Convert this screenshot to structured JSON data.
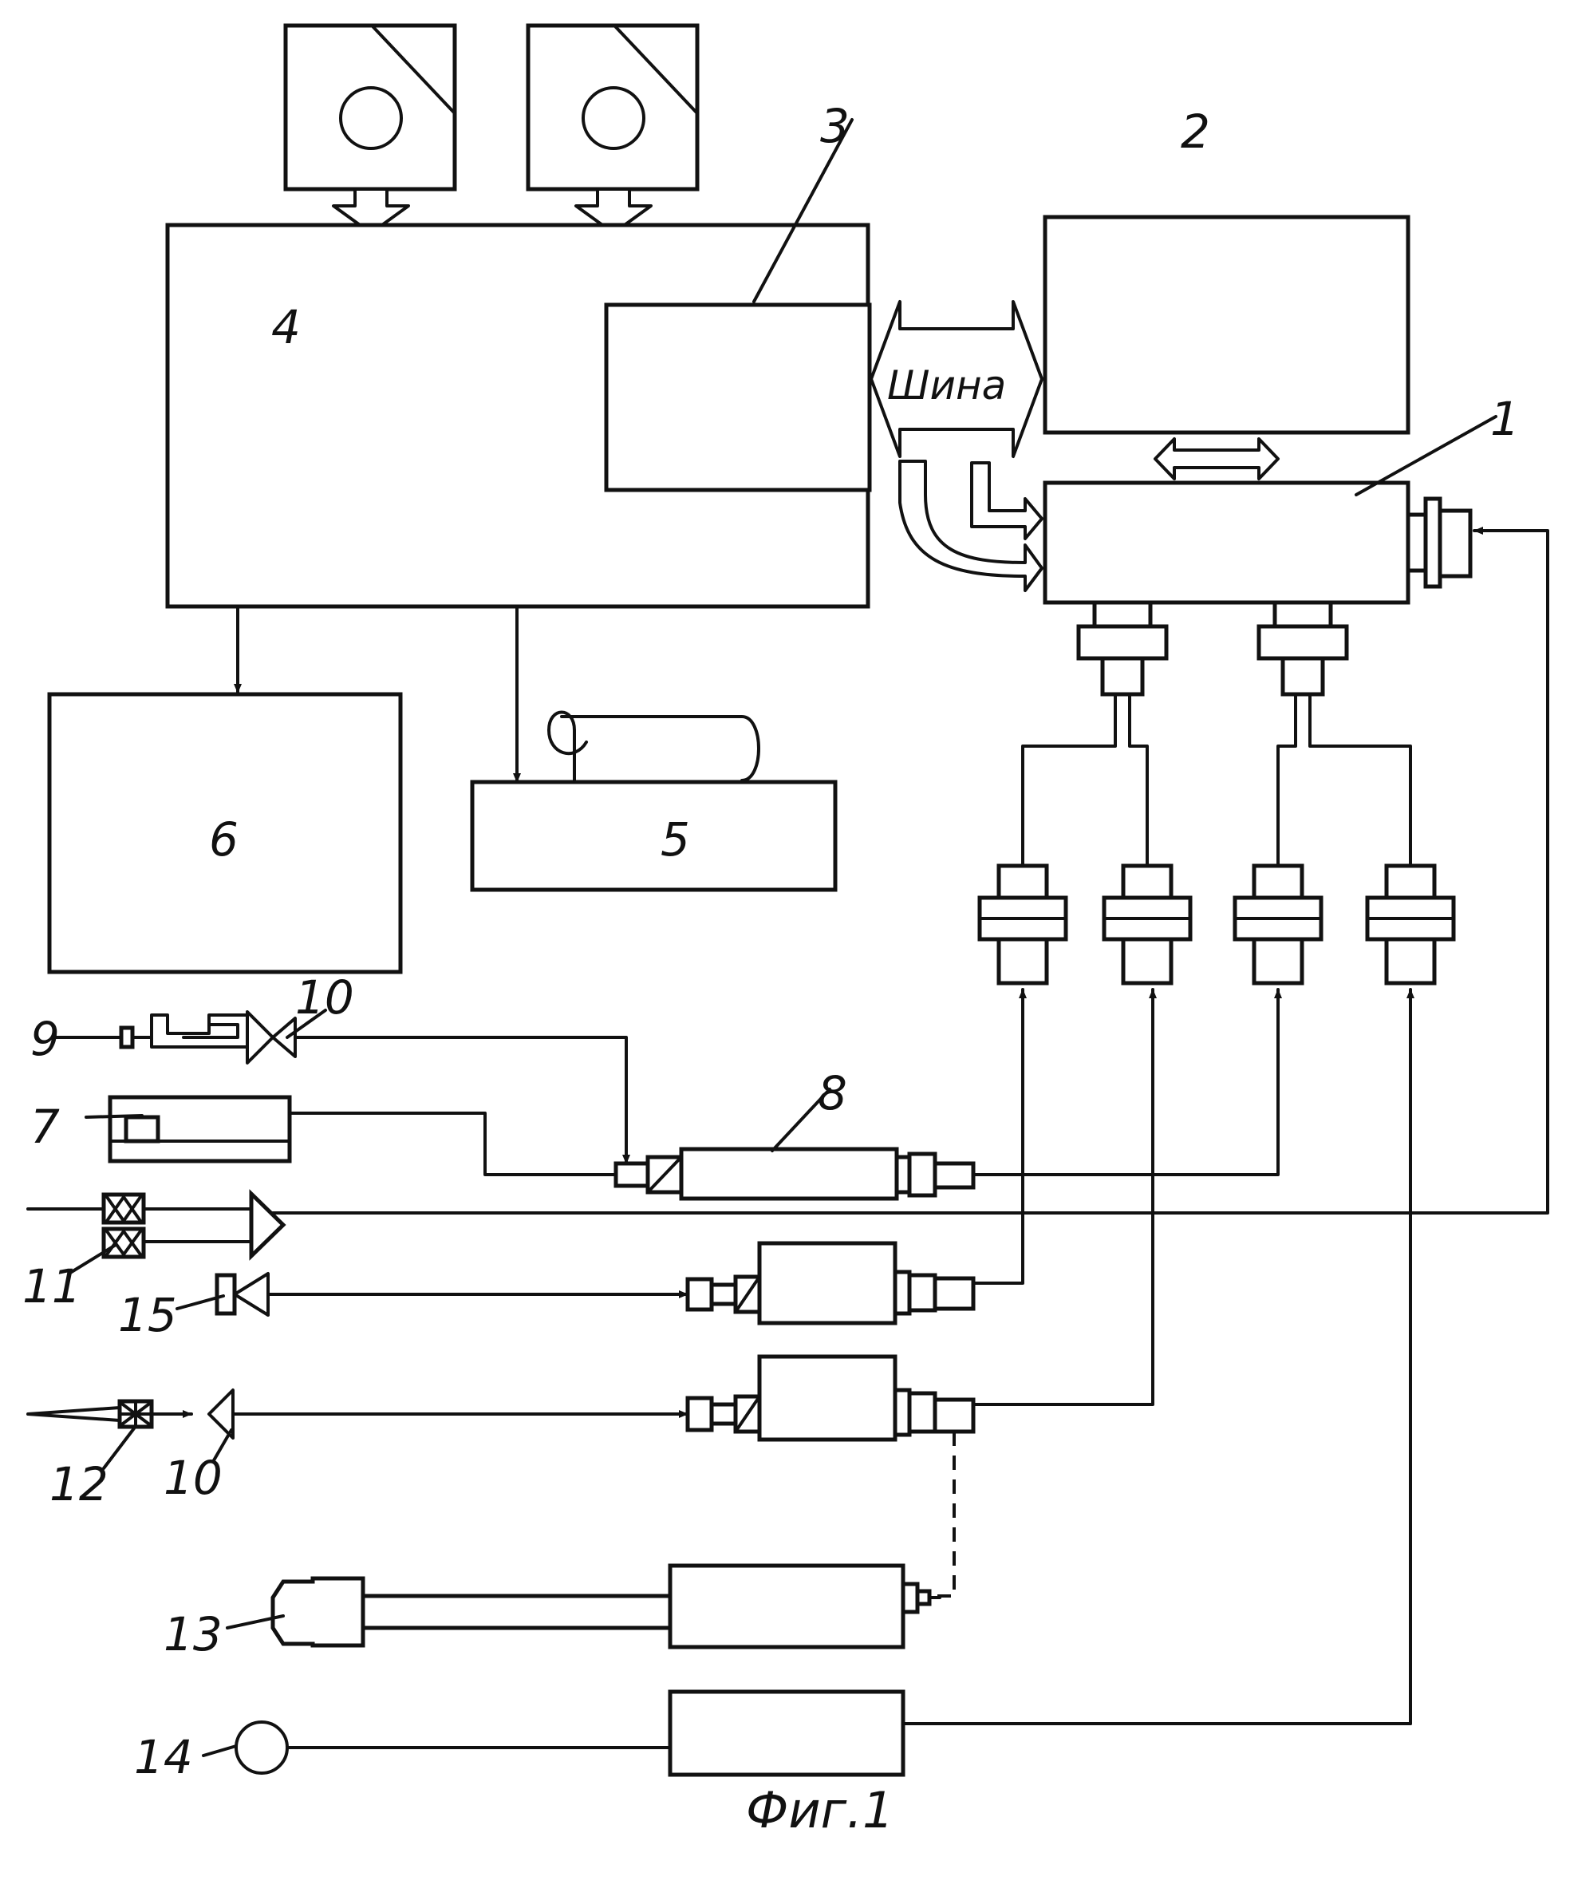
{
  "labels": {
    "n1": "1",
    "n2": "2",
    "n3": "3",
    "n4": "4",
    "n5": "5",
    "n6": "6",
    "n7": "7",
    "n8": "8",
    "n9": "9",
    "n10a": "10",
    "n10b": "10",
    "n11": "11",
    "n12": "12",
    "n13": "13",
    "n14": "14",
    "n15": "15"
  },
  "bus_label": "Шина",
  "caption": "Фиг.1"
}
